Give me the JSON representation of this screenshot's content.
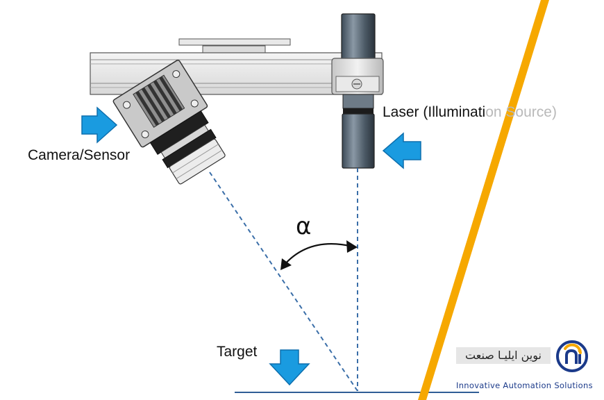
{
  "labels": {
    "camera": "Camera/Sensor",
    "laser_visible": "Laser (Illuminati",
    "laser_hidden": "on Source)",
    "target": "Target",
    "angle": "α"
  },
  "logo": {
    "name_fa": "نوین ایلیـا صنعت",
    "tagline": "Innovative Automation Solutions",
    "monogram": "ni"
  },
  "colors": {
    "arrow_blue": "#1a9be0",
    "beam_blue": "#3a6ea8",
    "stripe_orange": "#f6a800",
    "logo_blue": "#1b3a8a"
  }
}
